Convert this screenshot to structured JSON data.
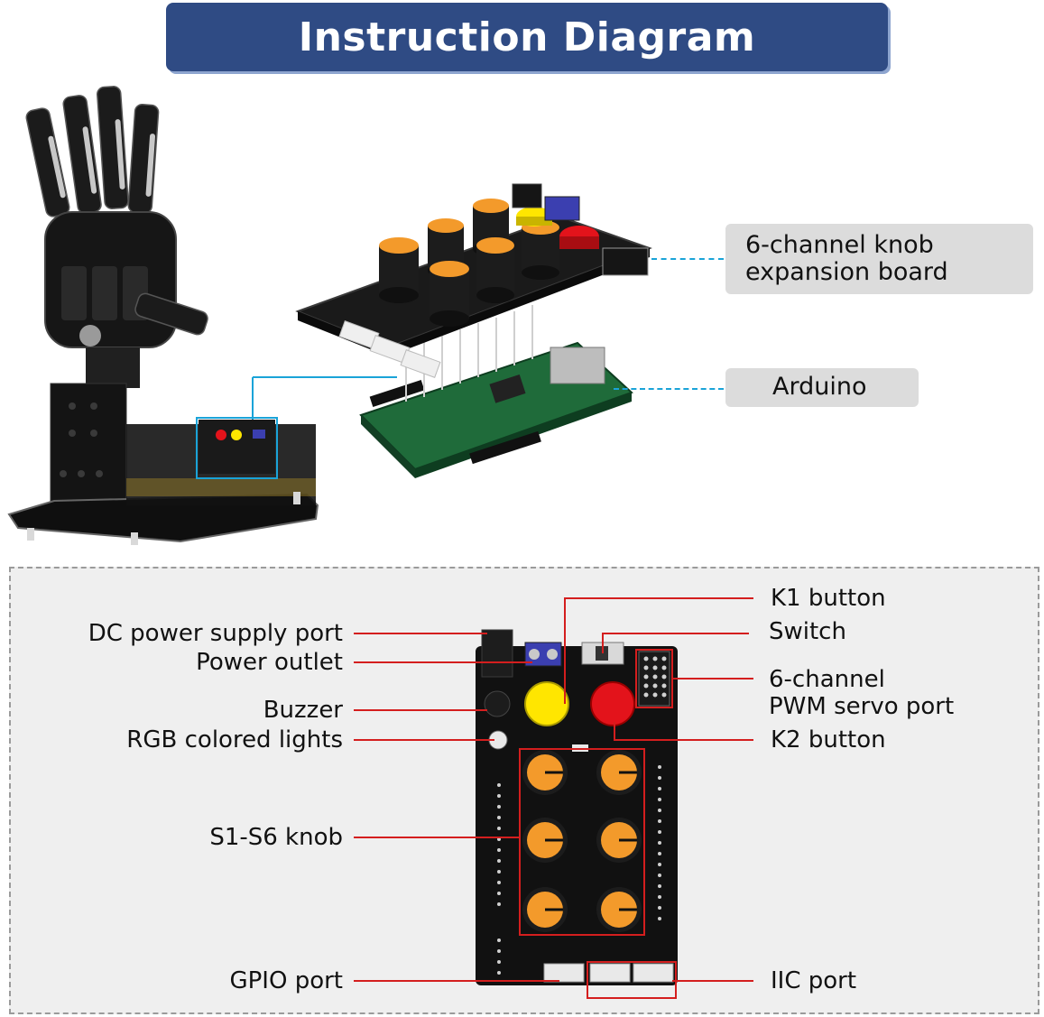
{
  "title": "Instruction Diagram",
  "colors": {
    "banner": "#2f4b84",
    "callout_line": "#1aa3d8",
    "leader_line": "#d41e1e",
    "knob": "#f39a2b",
    "k1_button": "#ffe600",
    "k2_button": "#e3131b",
    "board": "#111111",
    "pcb": "#1f6b3a"
  },
  "top_callouts": {
    "expansion_board": [
      "6-channel  knob",
      "expansion board"
    ],
    "arduino": "Arduino"
  },
  "board_labels": {
    "left": {
      "dc_power": "DC power supply port",
      "power_outlet": "Power outlet",
      "buzzer": "Buzzer",
      "rgb_lights": "RGB colored lights",
      "knobs": "S1-S6 knob",
      "gpio": "GPIO port"
    },
    "right": {
      "k1": "K1 button",
      "switch": "Switch",
      "pwm": [
        "6-channel",
        "PWM servo port"
      ],
      "k2": "K2 button",
      "iic": "IIC port"
    }
  }
}
